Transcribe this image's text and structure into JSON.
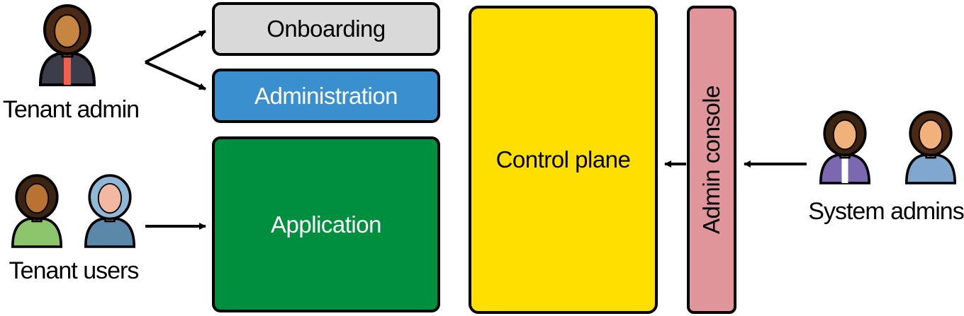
{
  "actors": {
    "tenant_admin": "Tenant admin",
    "tenant_users": "Tenant users",
    "system_admins": "System admins"
  },
  "components": {
    "onboarding": "Onboarding",
    "administration": "Administration",
    "application": "Application",
    "control_plane": "Control plane",
    "admin_console": "Admin console"
  },
  "colors": {
    "onboarding": "#d9d9d9",
    "administration": "#3a8fcf",
    "application": "#008f3f",
    "control_plane": "#ffdf00",
    "admin_console": "#e0959a"
  }
}
